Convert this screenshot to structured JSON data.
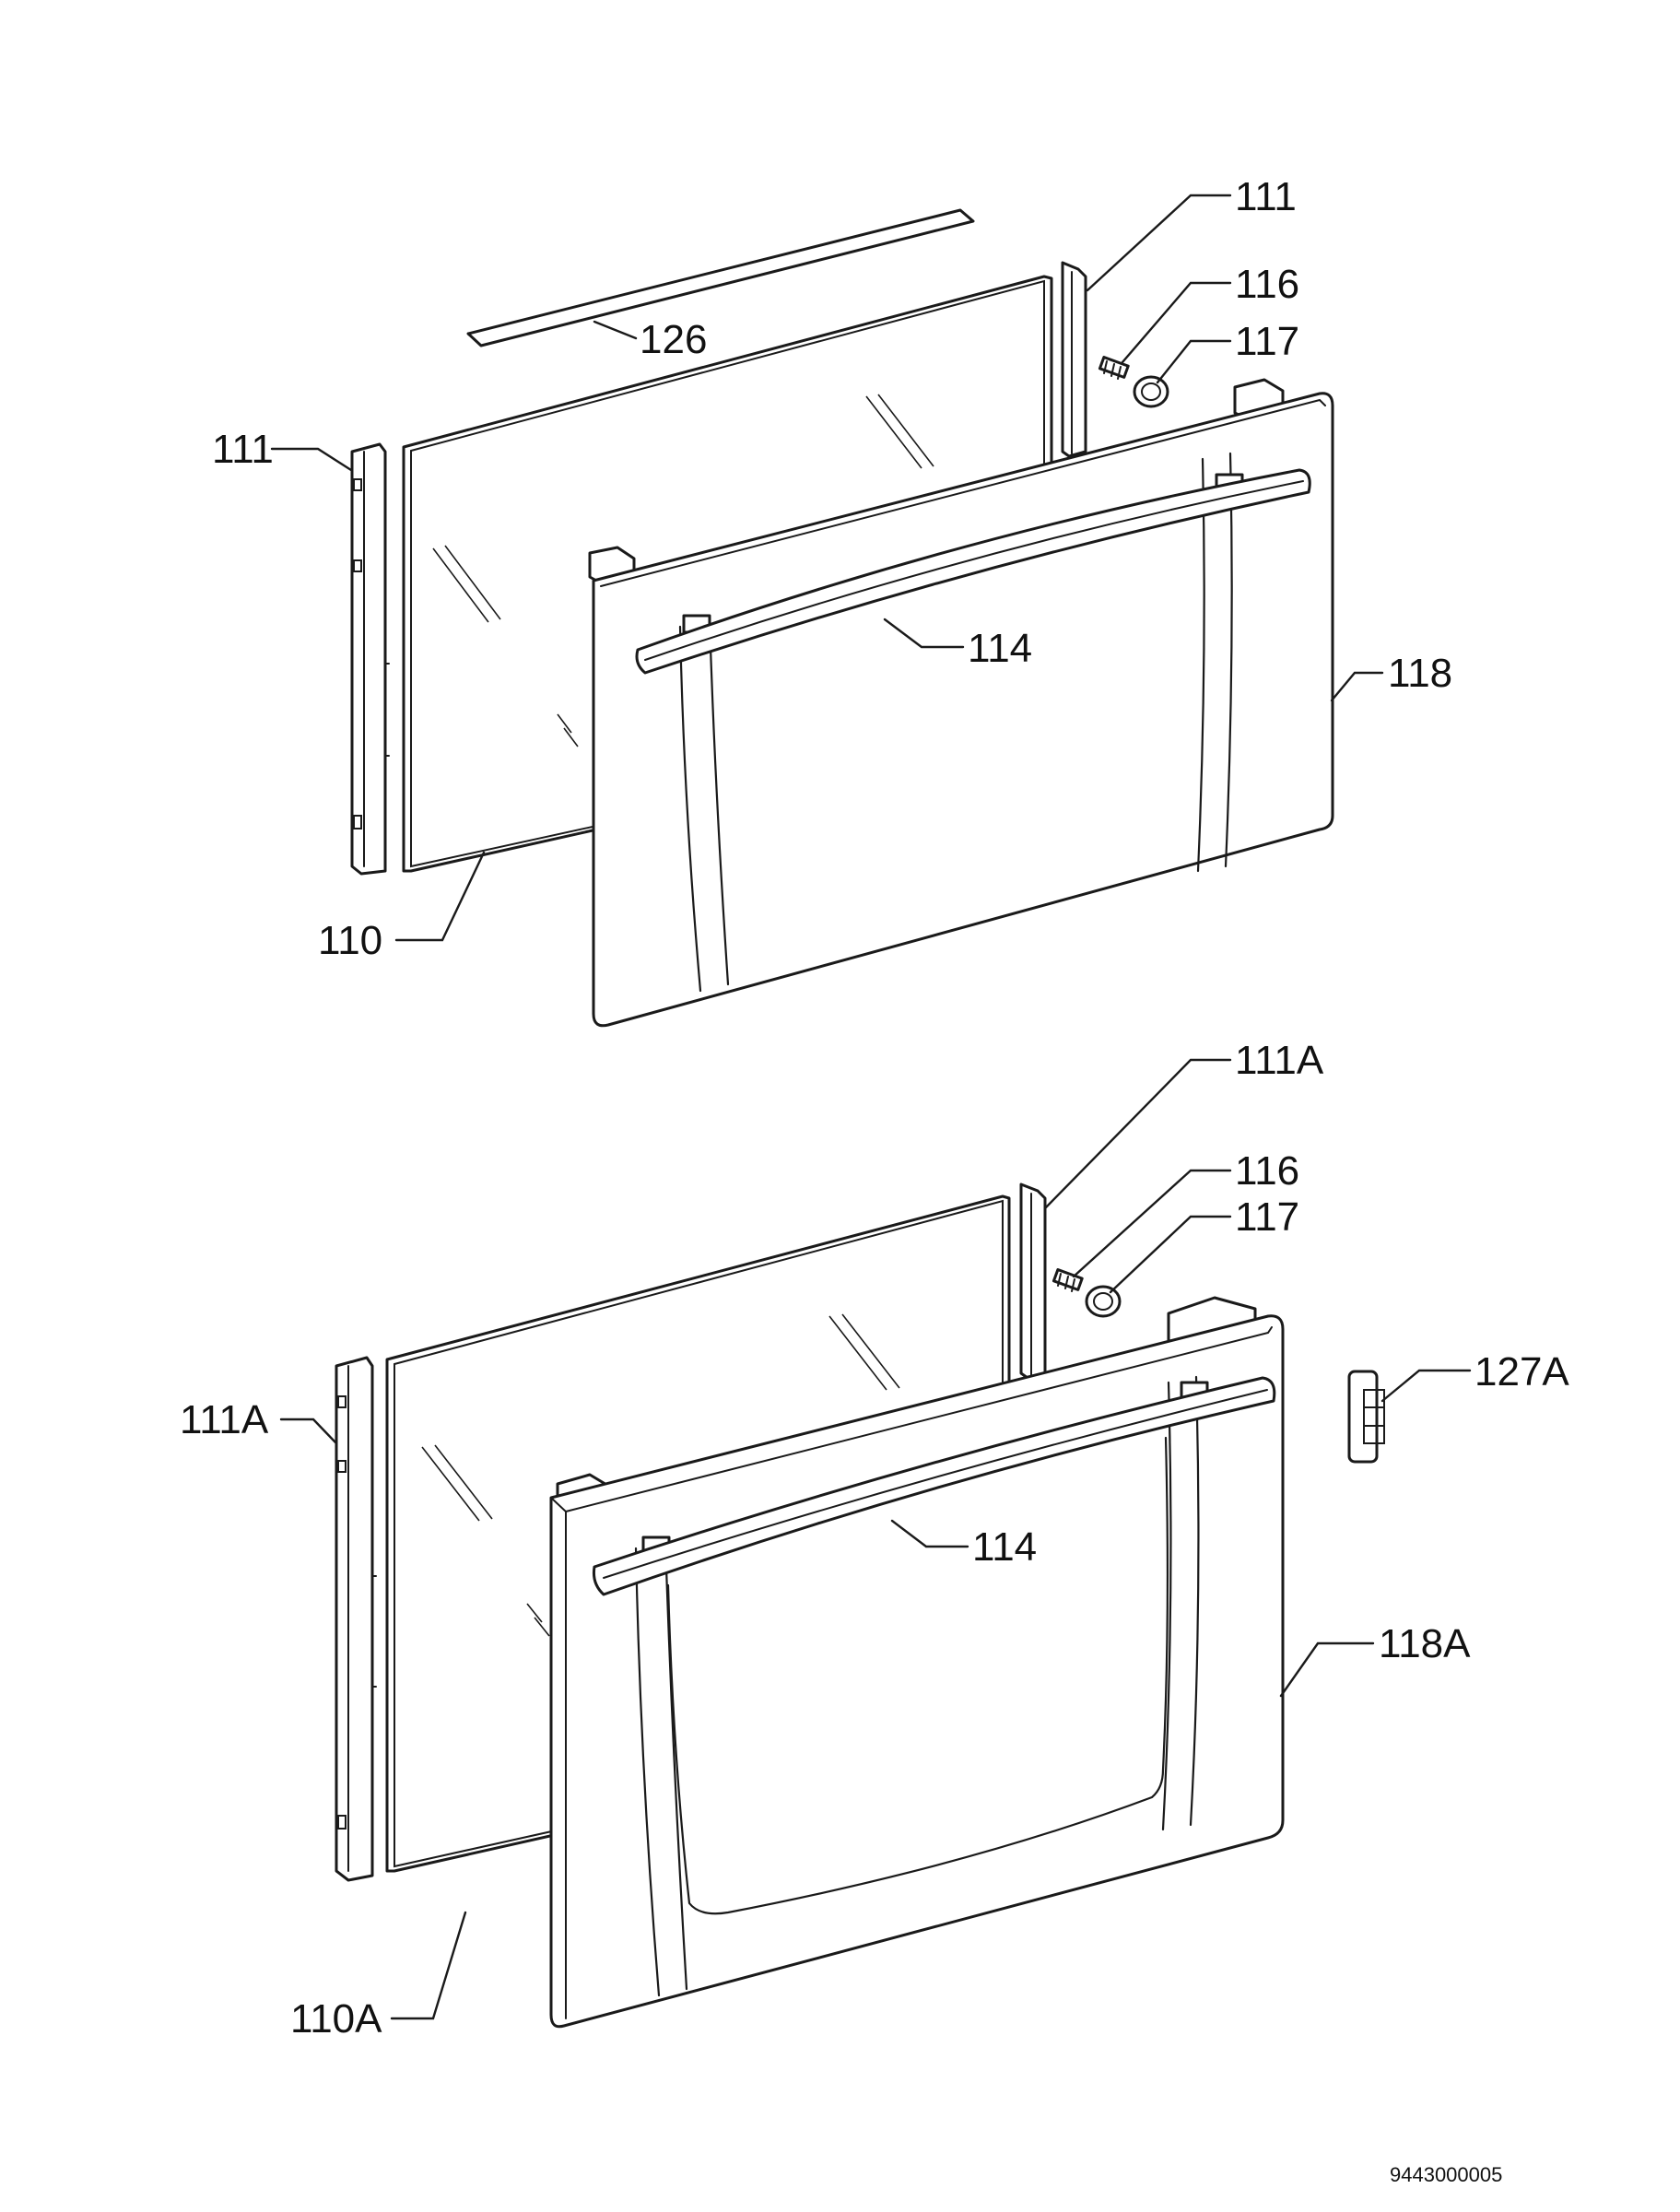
{
  "callouts": {
    "top": {
      "c111_right": "111",
      "c116": "116",
      "c117": "117",
      "c126": "126",
      "c111_left": "111",
      "c114": "114",
      "c118": "118",
      "c110": "110"
    },
    "bottom": {
      "c111a_right": "111A",
      "c116": "116",
      "c117": "117",
      "c127a": "127A",
      "c111a_left": "111A",
      "c114": "114",
      "c118a": "118A",
      "c110a": "110A"
    }
  },
  "document_number": "9443000005"
}
